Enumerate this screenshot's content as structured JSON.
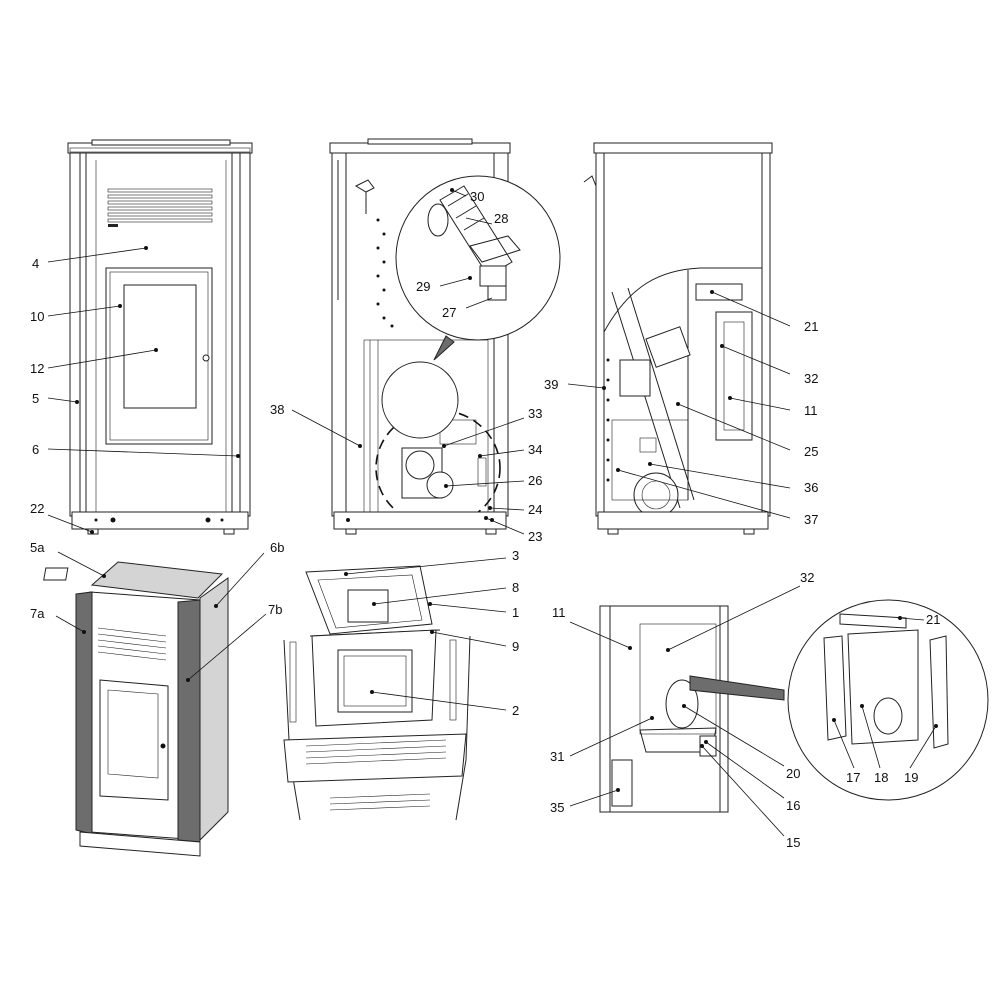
{
  "callouts": [
    {
      "id": "4",
      "label": "4"
    },
    {
      "id": "10",
      "label": "10"
    },
    {
      "id": "12",
      "label": "12"
    },
    {
      "id": "5",
      "label": "5"
    },
    {
      "id": "6",
      "label": "6"
    },
    {
      "id": "22",
      "label": "22"
    },
    {
      "id": "30",
      "label": "30"
    },
    {
      "id": "28",
      "label": "28"
    },
    {
      "id": "29",
      "label": "29"
    },
    {
      "id": "27",
      "label": "27"
    },
    {
      "id": "38",
      "label": "38"
    },
    {
      "id": "33",
      "label": "33"
    },
    {
      "id": "34",
      "label": "34"
    },
    {
      "id": "26",
      "label": "26"
    },
    {
      "id": "24",
      "label": "24"
    },
    {
      "id": "23",
      "label": "23"
    },
    {
      "id": "21",
      "label": "21"
    },
    {
      "id": "32",
      "label": "32"
    },
    {
      "id": "11",
      "label": "11"
    },
    {
      "id": "39",
      "label": "39"
    },
    {
      "id": "25",
      "label": "25"
    },
    {
      "id": "36",
      "label": "36"
    },
    {
      "id": "37",
      "label": "37"
    },
    {
      "id": "5a",
      "label": "5a"
    },
    {
      "id": "6b",
      "label": "6b"
    },
    {
      "id": "7a",
      "label": "7a"
    },
    {
      "id": "7b",
      "label": "7b"
    },
    {
      "id": "3",
      "label": "3"
    },
    {
      "id": "8",
      "label": "8"
    },
    {
      "id": "1",
      "label": "1"
    },
    {
      "id": "9",
      "label": "9"
    },
    {
      "id": "2",
      "label": "2"
    },
    {
      "id": "32b",
      "label": "32"
    },
    {
      "id": "11b",
      "label": "11"
    },
    {
      "id": "21b",
      "label": "21"
    },
    {
      "id": "31",
      "label": "31"
    },
    {
      "id": "20",
      "label": "20"
    },
    {
      "id": "16",
      "label": "16"
    },
    {
      "id": "35",
      "label": "35"
    },
    {
      "id": "15",
      "label": "15"
    },
    {
      "id": "17",
      "label": "17"
    },
    {
      "id": "18",
      "label": "18"
    },
    {
      "id": "19",
      "label": "19"
    }
  ]
}
